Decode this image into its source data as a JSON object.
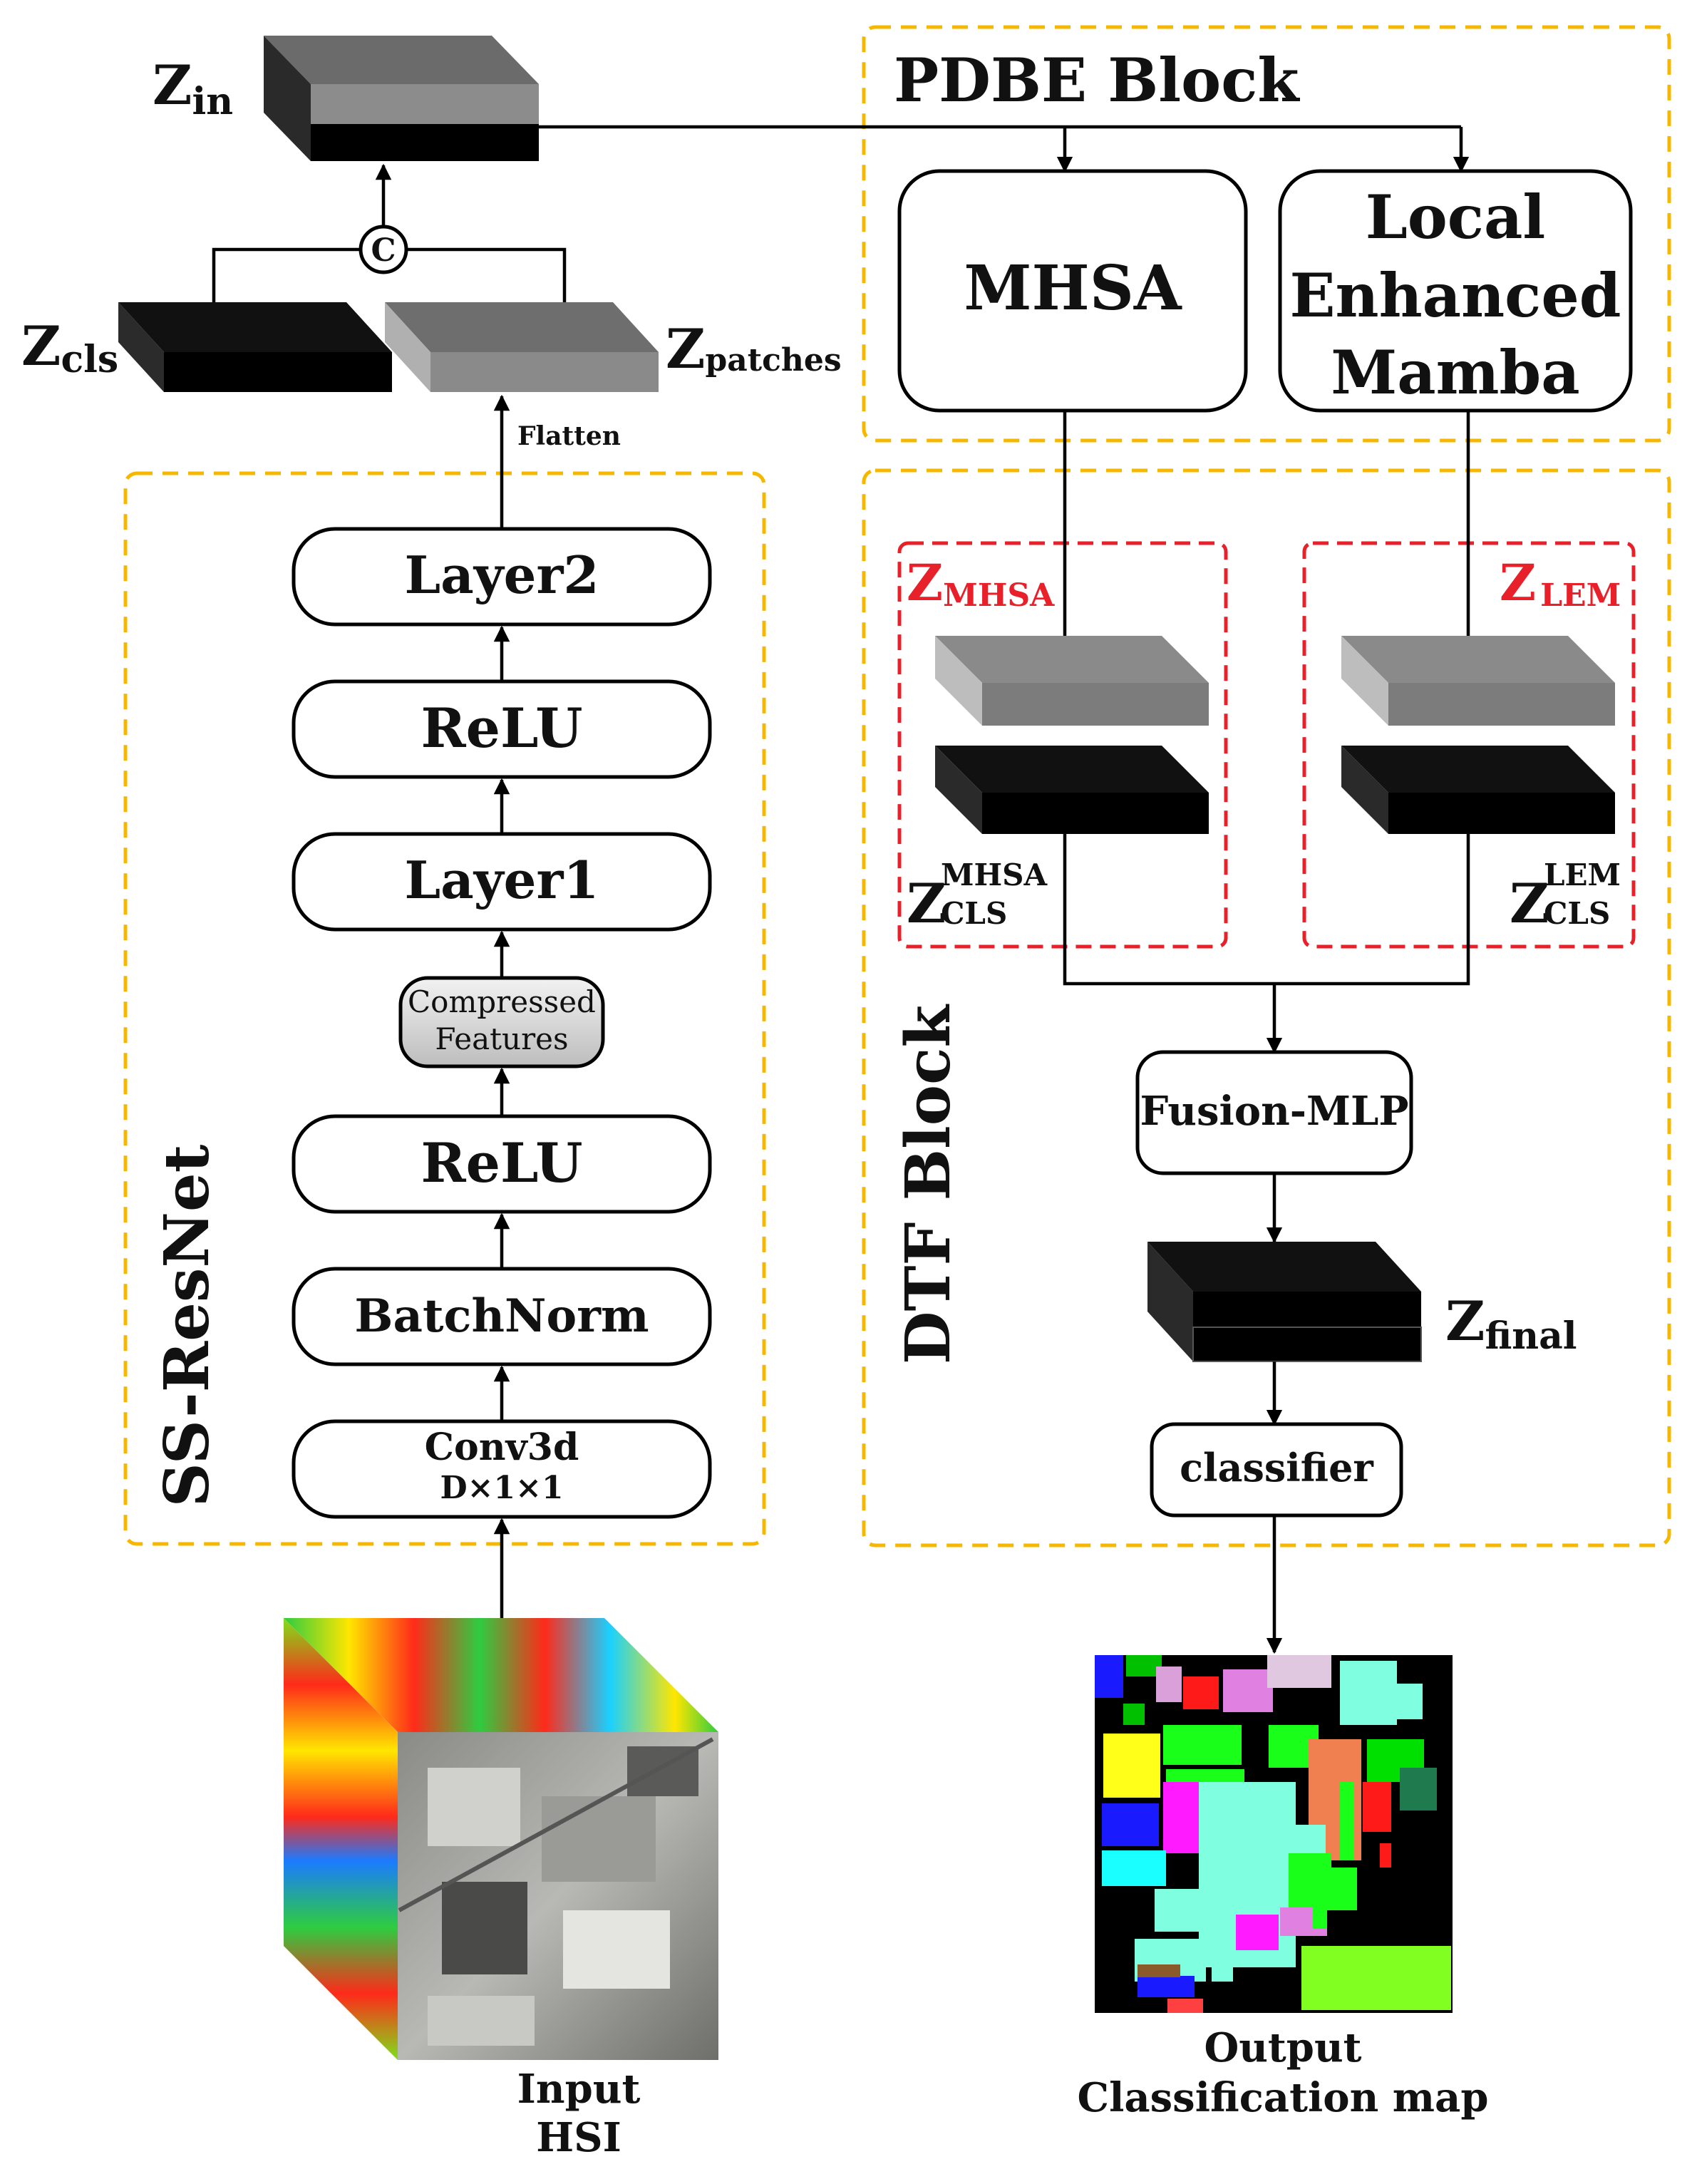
{
  "top": {
    "z_in": {
      "main": "Z",
      "sub": "in"
    },
    "z_cls": {
      "main": "Z",
      "sub": "cls"
    },
    "z_patches": {
      "main": "Z",
      "sub": "patches"
    },
    "concat_symbol": "C",
    "flatten_label": "Flatten"
  },
  "ss_resnet": {
    "title": "SS-ResNet",
    "layer2": "Layer2",
    "relu_top": "ReLU",
    "layer1": "Layer1",
    "compressed_line1": "Compressed",
    "compressed_line2": "Features",
    "relu_bottom": "ReLU",
    "batchnorm": "BatchNorm",
    "conv_line1": "Conv3d",
    "conv_line2": "D×1×1"
  },
  "input": {
    "line1": "Input",
    "line2": "HSI"
  },
  "pdbe": {
    "title": "PDBE Block",
    "mhsa": "MHSA",
    "lem_line1": "Local",
    "lem_line2": "Enhanced",
    "lem_line3": "Mamba"
  },
  "dtf": {
    "title": "DTF Block",
    "z_mhsa": {
      "main": "Z",
      "sub": "MHSA"
    },
    "z_lem": {
      "main": "Z",
      "sub": "LEM"
    },
    "z_cls_mhsa": {
      "main": "Z",
      "sup": "MHSA",
      "sub": "CLS"
    },
    "z_cls_lem": {
      "main": "Z",
      "sup": "LEM",
      "sub": "CLS"
    },
    "fusion": "Fusion-MLP",
    "z_final": {
      "main": "Z",
      "sub": "final"
    },
    "classifier": "classifier"
  },
  "output": {
    "line1": "Output",
    "line2": "Classification map"
  },
  "colors": {
    "block_border": "#F5B700",
    "token_border": "#E8202A",
    "token_label": "#E8202A",
    "line": "#000000"
  }
}
